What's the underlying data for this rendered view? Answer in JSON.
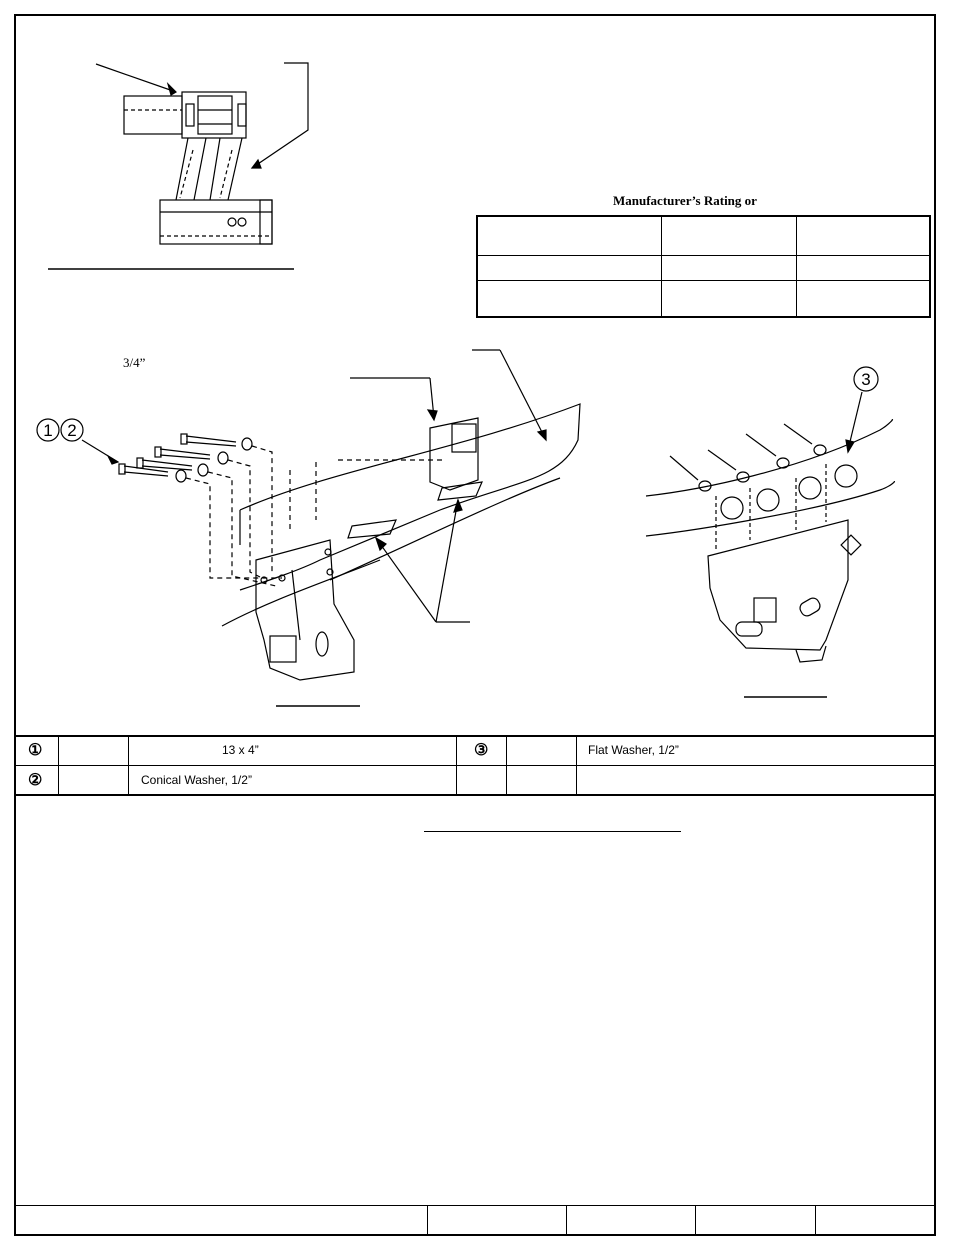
{
  "rating": {
    "title": "Manufacturer’s Rating or"
  },
  "dimension": {
    "bolt_length": "3/4”"
  },
  "callouts": {
    "one_two": "①②",
    "three": "③"
  },
  "parts": [
    {
      "marker": "①",
      "qty": "",
      "description": "13 x 4”"
    },
    {
      "marker": "③",
      "qty": "",
      "description": "Flat Washer, 1/2”"
    },
    {
      "marker": "②",
      "qty": "",
      "description": "Conical Washer, 1/2”"
    }
  ]
}
